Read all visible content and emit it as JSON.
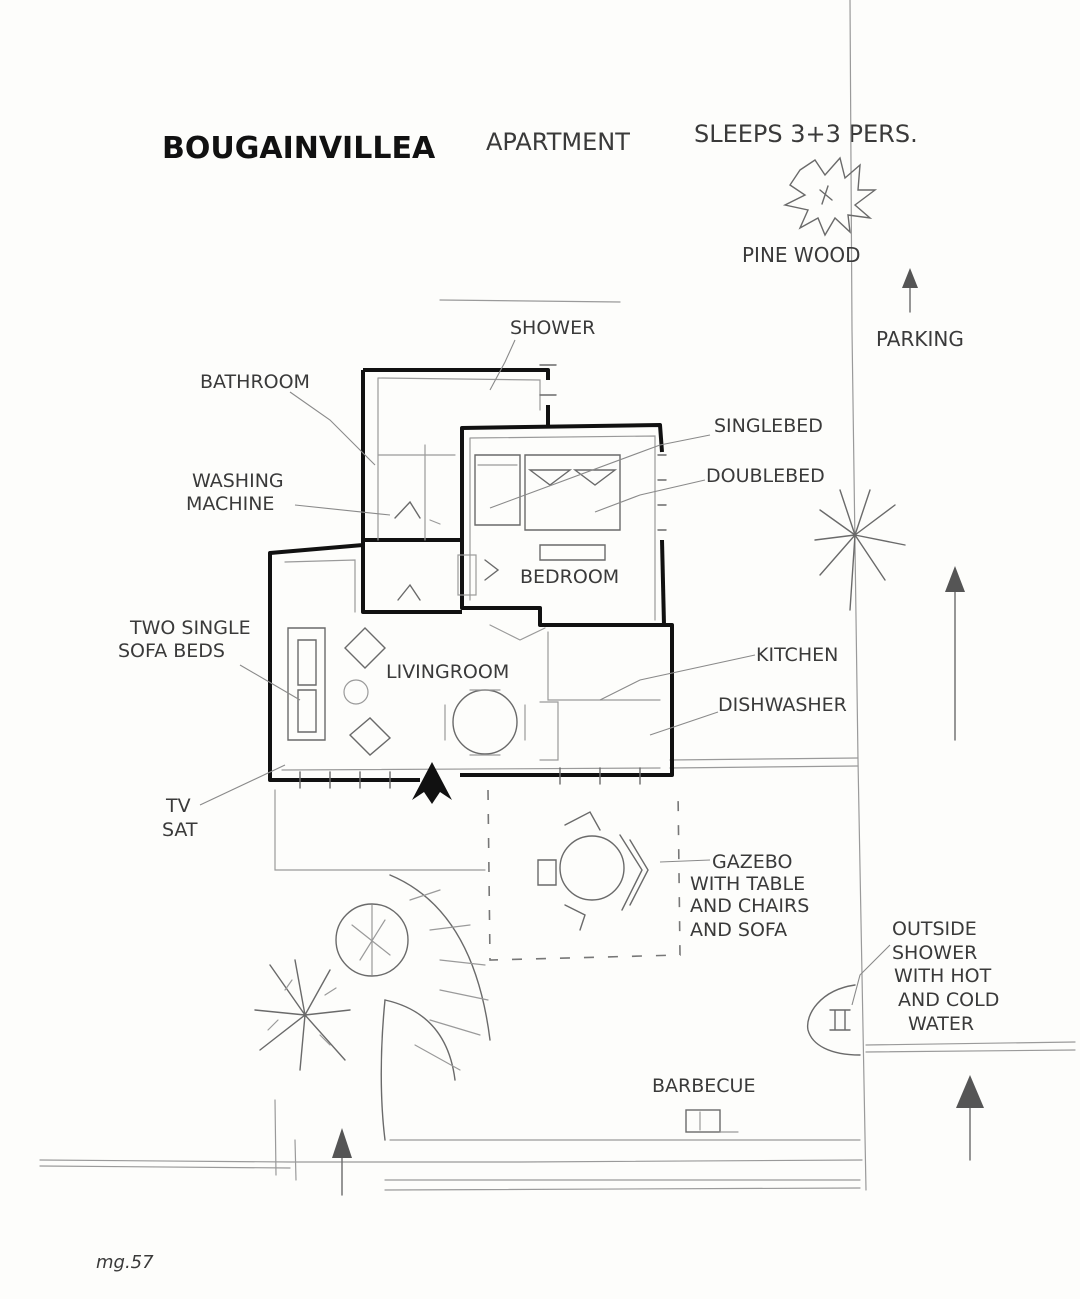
{
  "title": {
    "name": "BOUGAINVILLEA",
    "type": "APARTMENT",
    "sleeps": "SLEEPS 3+3 PERS."
  },
  "labels": {
    "pine_wood": "PINE WOOD",
    "parking": "PARKING",
    "shower": "SHOWER",
    "bathroom": "BATHROOM",
    "washing_machine_1": "WASHING",
    "washing_machine_2": "MACHINE",
    "single_bed": "SINGLEBED",
    "double_bed": "DOUBLEBED",
    "bedroom": "BEDROOM",
    "sofa_beds_1": "TWO SINGLE",
    "sofa_beds_2": "SOFA BEDS",
    "living_room": "LIVINGROOM",
    "kitchen": "KITCHEN",
    "dishwasher": "DISHWASHER",
    "tv_1": "TV",
    "tv_2": "SAT",
    "gazebo_1": "GAZEBO",
    "gazebo_2": "WITH TABLE",
    "gazebo_3": "AND CHAIRS",
    "gazebo_4": "AND SOFA",
    "outside_shower_1": "OUTSIDE",
    "outside_shower_2": "SHOWER",
    "outside_shower_3": "WITH HOT",
    "outside_shower_4": "AND COLD",
    "outside_shower_5": "WATER",
    "barbecue": "BARBECUE"
  },
  "signature": "mg.57",
  "colors": {
    "paper": "#fdfdfb",
    "wall": "#111111",
    "pencil": "#6a6a6a"
  }
}
